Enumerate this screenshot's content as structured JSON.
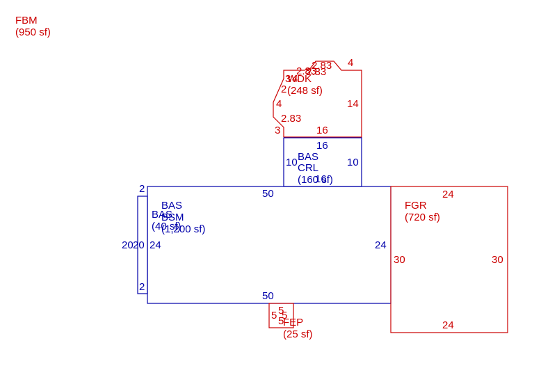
{
  "colors": {
    "red": "#cc0000",
    "blue": "#0000aa"
  },
  "fbm": {
    "name": "FBM",
    "area": "(950 sf)"
  },
  "wdk": {
    "name": "WDK",
    "area": "(248 sf)",
    "dims": {
      "top_a": "2.83",
      "top_b": "4",
      "right": "14",
      "bottom": "16",
      "left_a": "4",
      "left_b": "2.83",
      "left_c": "3",
      "inner_a": "2.83",
      "inner_b": "2.83",
      "inner_c": "3",
      "inner_d": "4",
      "inner_e": "2"
    }
  },
  "crl": {
    "name": "BAS",
    "name2": "CRL",
    "area": "(160 sf)",
    "dims": {
      "top": "16",
      "bottom": "16",
      "left": "10",
      "right": "10"
    }
  },
  "bsm": {
    "name": "BAS",
    "name2": "BSM",
    "area": "(1,200 sf)",
    "dims": {
      "top": "50",
      "bottom": "50",
      "left": "24",
      "right": "24"
    }
  },
  "bas_small": {
    "name": "BAS",
    "area": "(40 sf)",
    "dims": {
      "top": "2",
      "bottom": "2",
      "left": "20",
      "right": "20"
    }
  },
  "fgr": {
    "name": "FGR",
    "area": "(720 sf)",
    "dims": {
      "top": "24",
      "bottom": "24",
      "left": "30",
      "right": "30"
    }
  },
  "fep": {
    "name": "FEP",
    "area": "(25 sf)",
    "dims": {
      "top": "5",
      "left": "5",
      "right": "5",
      "bottom": "5"
    }
  }
}
